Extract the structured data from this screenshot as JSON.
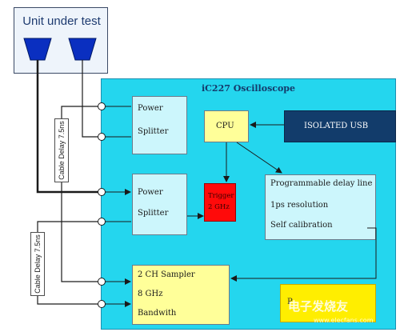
{
  "unit_under_test": {
    "title": "Unit under test"
  },
  "oscilloscope": {
    "title": "iC227 Oscilloscope"
  },
  "power_splitter_1": {
    "line1": "Power",
    "line2": "Splitter"
  },
  "power_splitter_2": {
    "line1": "Power",
    "line2": "Splitter"
  },
  "cpu": {
    "label": "CPU"
  },
  "isolated_usb": {
    "label": "ISOLATED USB"
  },
  "trigger": {
    "line1": "Trigger",
    "line2": "2 GHz"
  },
  "delay_line": {
    "line1": "Programmable delay line",
    "line2": "1ps resolution",
    "line3": "Self calibration"
  },
  "sampler": {
    "line1": "2 CH Sampler",
    "line2": "8 GHz",
    "line3": "Bandwith"
  },
  "power_box": {
    "label": "P"
  },
  "cable_1": {
    "label": "Cable Delay 7.5ns"
  },
  "cable_2": {
    "label": "Cable Delay 7.5ns"
  },
  "watermark": {
    "main": "电子发烧友",
    "sub": "www.elecfans.com"
  },
  "colors": {
    "oscilloscope_bg": "#24d6ee",
    "cpu_bg": "#ffff99",
    "usb_bg": "#123c6b",
    "trigger_bg": "#ff0a0a",
    "splitter_bg": "#ccf6fc",
    "probe": "#0a2fc0"
  }
}
